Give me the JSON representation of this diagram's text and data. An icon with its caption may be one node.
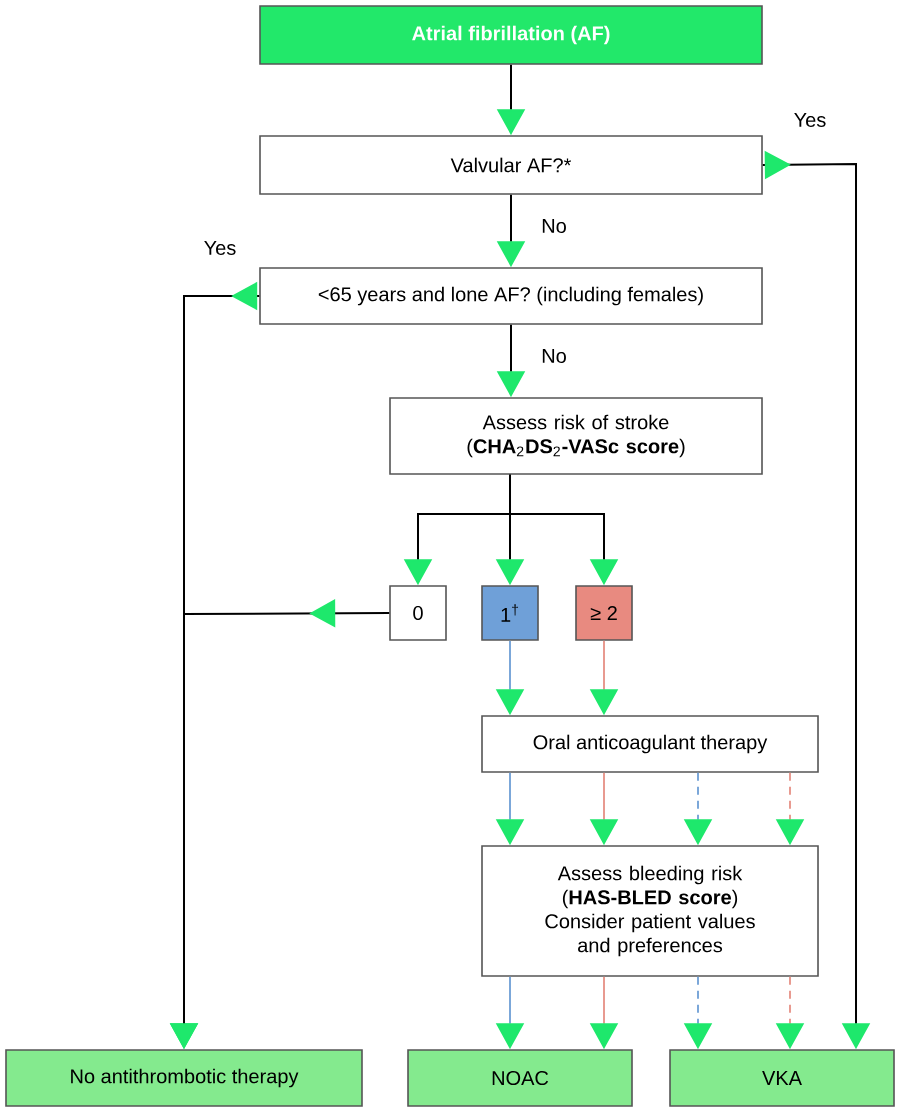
{
  "diagram": {
    "nodes": [
      {
        "text": [
          "Atrial fibrillation (AF)"
        ]
      },
      {
        "text": [
          "Valvular AF?*"
        ]
      },
      {
        "text": [
          "<65 years and lone AF? (including females)"
        ]
      },
      {
        "text": [
          "Assess risk of stroke (**CHA**$_{2}$**DS**$_{2}$**-VASc score**)"
        ]
      },
      {
        "text": [
          "0"
        ]
      },
      {
        "text": [
          "1$^{†}$"
        ]
      },
      {
        "text": [
          "≥ 2"
        ]
      },
      {
        "text": [
          "Oral anticoagulant therapy"
        ]
      },
      {
        "text": [
          "Assess bleeding risk (**HAS-BLED score**)",
          "Consider patient values and preferences"
        ]
      },
      {
        "text": [
          "No antithrombotic therapy"
        ]
      },
      {
        "text": [
          "NOAC"
        ]
      },
      {
        "text": [
          "VKA"
        ]
      }
    ],
    "edges": [
      {
        "from": 0,
        "to": 1,
        "arrow": "to"
      },
      {
        "from": 1,
        "to": 11,
        "arrow": "to",
        "label": "Yes"
      },
      {
        "from": 1,
        "to": 2,
        "arrow": "to",
        "label": "No"
      },
      {
        "from": 2,
        "to": 9,
        "arrow": "to",
        "label": "Yes"
      },
      {
        "from": 2,
        "to": 3,
        "arrow": "to",
        "label": "No"
      },
      {
        "from": 3,
        "to": 4,
        "arrow": "to"
      },
      {
        "from": 3,
        "to": 5,
        "arrow": "to"
      },
      {
        "from": 3,
        "to": 6,
        "arrow": "to"
      },
      {
        "from": 4,
        "to": 9,
        "arrow": "to"
      },
      {
        "from": 5,
        "to": 7,
        "arrow": "to",
        "color": "#7ba7d9"
      },
      {
        "from": 6,
        "to": 7,
        "arrow": "to",
        "color": "#e89a90"
      },
      {
        "from": 7,
        "to": 8,
        "arrow": "to",
        "color": "#7ba7d9"
      },
      {
        "from": 7,
        "to": 8,
        "arrow": "to",
        "color": "#e89a90"
      },
      {
        "from": 7,
        "to": 8,
        "arrow": "to",
        "color": "#7ba7d9",
        "style": "dashed"
      },
      {
        "from": 7,
        "to": 8,
        "arrow": "to",
        "color": "#e89a90",
        "style": "dashed"
      },
      {
        "from": 8,
        "to": 10,
        "arrow": "to",
        "color": "#7ba7d9"
      },
      {
        "from": 8,
        "to": 10,
        "arrow": "to",
        "color": "#e89a90"
      },
      {
        "from": 8,
        "to": 11,
        "arrow": "to",
        "color": "#7ba7d9",
        "style": "dashed"
      },
      {
        "from": 8,
        "to": 11,
        "arrow": "to",
        "color": "#e89a90",
        "style": "dashed"
      }
    ]
  }
}
